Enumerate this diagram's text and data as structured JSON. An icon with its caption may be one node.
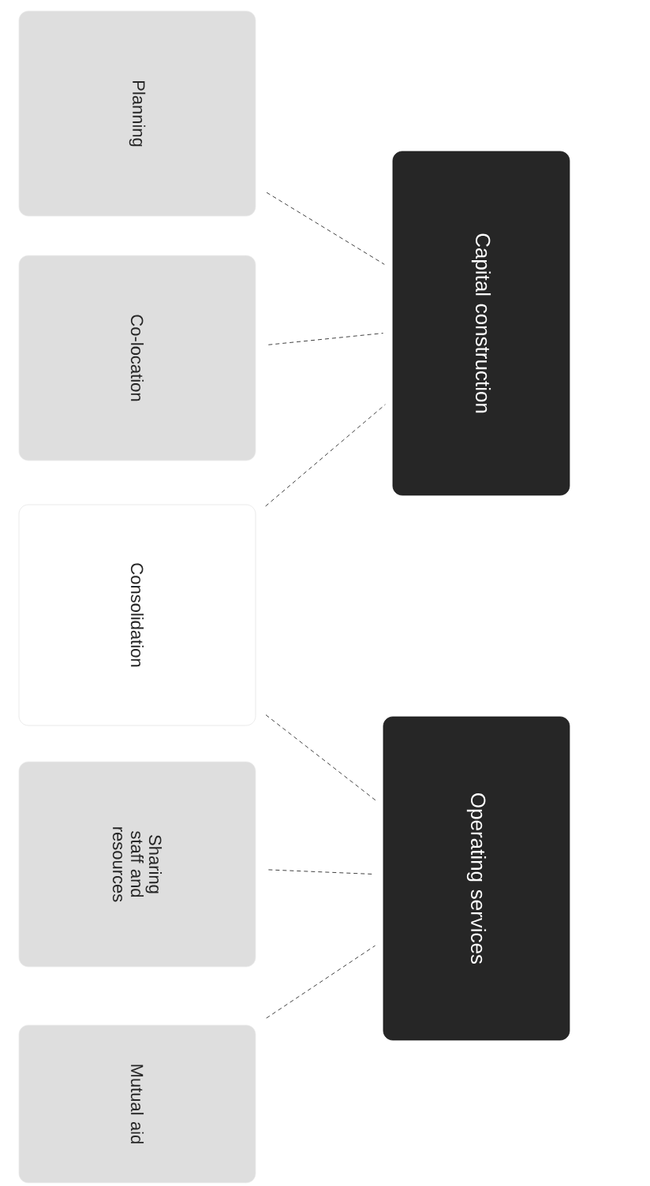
{
  "diagram": {
    "nodes": [
      {
        "text": [
          "Planning"
        ]
      },
      {
        "text": [
          "Co-location"
        ]
      },
      {
        "text": [
          "Consolidation"
        ]
      },
      {
        "text": [
          "Sharing staff and resources"
        ]
      },
      {
        "text": [
          "Mutual aid"
        ]
      },
      {
        "text": [
          "Capital construction"
        ]
      },
      {
        "text": [
          "Operating services"
        ]
      }
    ],
    "edges": [
      {
        "from": 0,
        "to": 5,
        "arrow": "none",
        "style": "dashed"
      },
      {
        "from": 1,
        "to": 5,
        "arrow": "none",
        "style": "dashed"
      },
      {
        "from": 2,
        "to": 5,
        "arrow": "none",
        "style": "dashed"
      },
      {
        "from": 2,
        "to": 6,
        "arrow": "none",
        "style": "dashed"
      },
      {
        "from": 3,
        "to": 6,
        "arrow": "none",
        "style": "dashed"
      },
      {
        "from": 4,
        "to": 6,
        "arrow": "none",
        "style": "dashed"
      }
    ]
  }
}
